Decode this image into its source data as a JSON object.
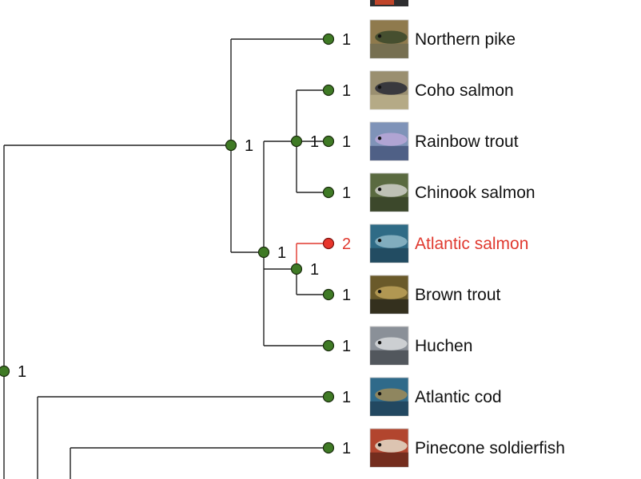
{
  "colors": {
    "node_fill": "#3f7a25",
    "highlight": "#e0392f",
    "branch": "#222222",
    "text": "#111111"
  },
  "leaves": [
    {
      "name": "Northern pike",
      "count": "1",
      "highlight": false,
      "thumb_icon": "northern-pike-photo",
      "thumb_colors": [
        "#8f7a4d",
        "#3e4a2c",
        "#6b6b52"
      ]
    },
    {
      "name": "Coho salmon",
      "count": "1",
      "highlight": false,
      "thumb_icon": "coho-salmon-photo",
      "thumb_colors": [
        "#9a8f70",
        "#2f3038",
        "#c0b590"
      ]
    },
    {
      "name": "Rainbow trout",
      "count": "1",
      "highlight": false,
      "thumb_icon": "rainbow-trout-photo",
      "thumb_colors": [
        "#7f93b8",
        "#b6a6d6",
        "#3b4a70"
      ]
    },
    {
      "name": "Chinook salmon",
      "count": "1",
      "highlight": false,
      "thumb_icon": "chinook-salmon-photo",
      "thumb_colors": [
        "#5a6a40",
        "#c9cbc2",
        "#2f3a22"
      ]
    },
    {
      "name": "Atlantic salmon",
      "count": "2",
      "highlight": true,
      "thumb_icon": "atlantic-salmon-photo",
      "thumb_colors": [
        "#2f6b86",
        "#8bb5c4",
        "#1d3f52"
      ]
    },
    {
      "name": "Brown trout",
      "count": "1",
      "highlight": false,
      "thumb_icon": "brown-trout-photo",
      "thumb_colors": [
        "#6a5a2a",
        "#b99d56",
        "#1e1e1a"
      ]
    },
    {
      "name": "Huchen",
      "count": "1",
      "highlight": false,
      "thumb_icon": "huchen-photo",
      "thumb_colors": [
        "#8a9098",
        "#d3d6d8",
        "#3a3e44"
      ]
    },
    {
      "name": "Atlantic cod",
      "count": "1",
      "highlight": false,
      "thumb_icon": "atlantic-cod-photo",
      "thumb_colors": [
        "#2f6a8a",
        "#9a8a5a",
        "#1c3b50"
      ]
    },
    {
      "name": "Pinecone soldierfish",
      "count": "1",
      "highlight": false,
      "thumb_icon": "pinecone-soldierfish-photo",
      "thumb_colors": [
        "#b2452e",
        "#e0d2c0",
        "#5a2418"
      ]
    }
  ],
  "internal_nodes": [
    {
      "id": "n-coho-rainbow-chinook",
      "count": "1"
    },
    {
      "id": "n-atlantic-brown",
      "count": "1"
    },
    {
      "id": "n-salmo-huchen",
      "count": "1"
    },
    {
      "id": "n-salmonids",
      "count": "1"
    },
    {
      "id": "n-root",
      "count": "1"
    }
  ]
}
